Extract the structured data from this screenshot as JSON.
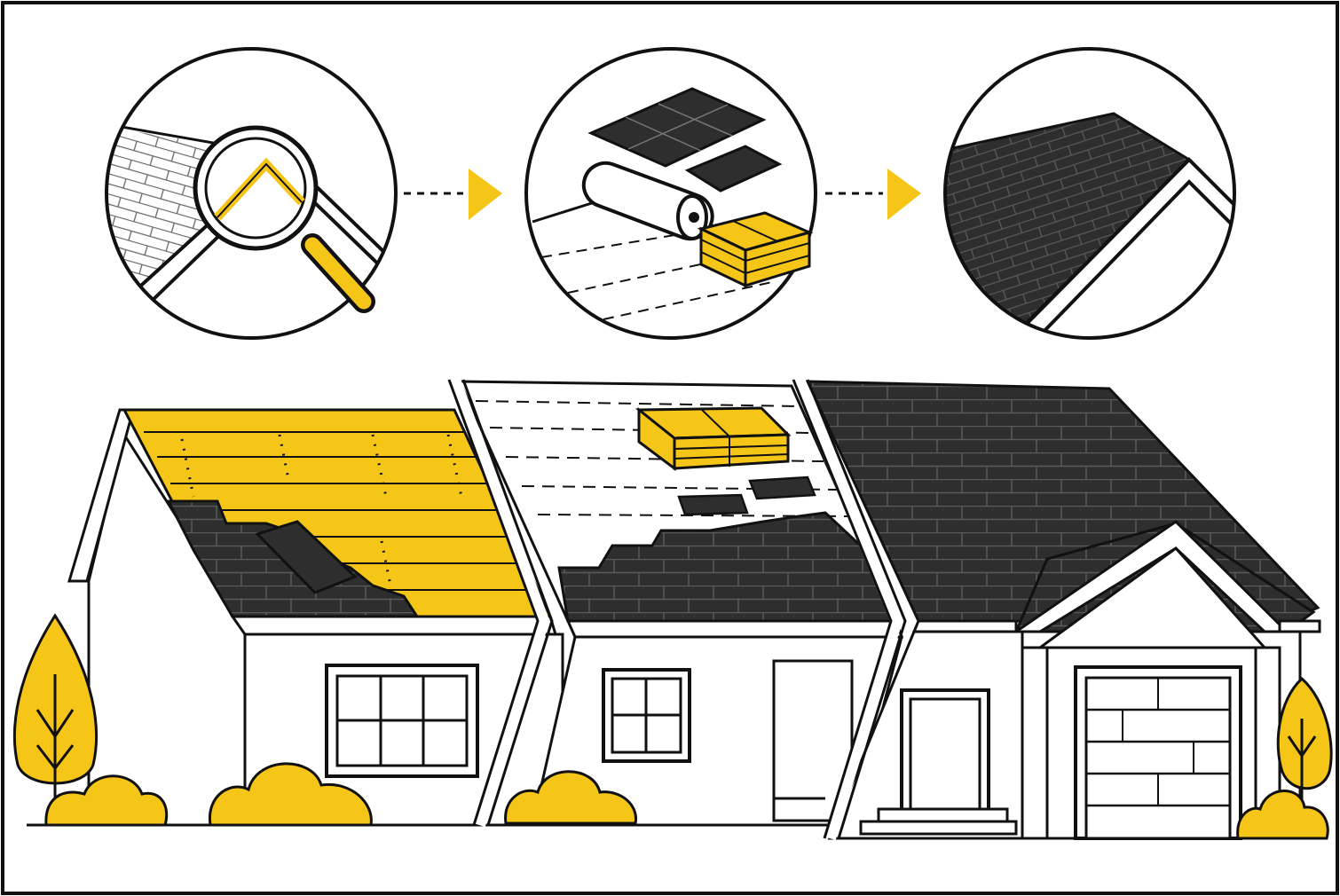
{
  "colors": {
    "ink": "#111111",
    "accent": "#f5c518",
    "shingle": "#2e2e2e",
    "shingle_line": "#555555",
    "paper": "#ffffff"
  },
  "steps": [
    {
      "icon": "magnifying-glass-icon"
    },
    {
      "icon": "shingle-bundle-icon"
    },
    {
      "icon": "finished-roof-icon"
    }
  ],
  "connectors": [
    {
      "icon": "arrow-right-icon"
    },
    {
      "icon": "arrow-right-icon"
    }
  ],
  "house_sections": [
    {
      "stage": "inspection-and-decking",
      "roof_fill": "#f5c518"
    },
    {
      "stage": "underlayment-and-shingling",
      "roof_fill": "#ffffff"
    },
    {
      "stage": "completed-roof",
      "roof_fill": "#2e2e2e"
    }
  ]
}
